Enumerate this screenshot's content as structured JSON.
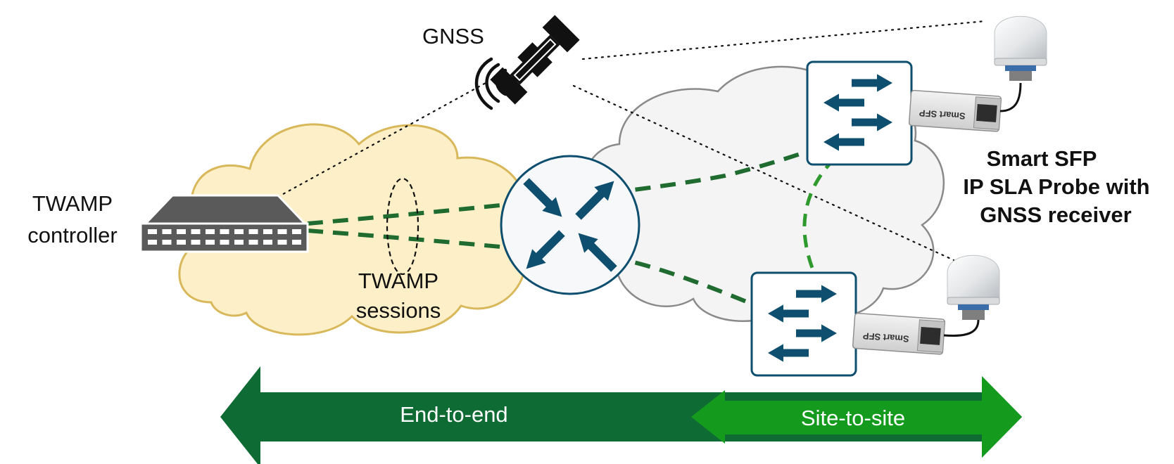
{
  "labels": {
    "gnss": "GNSS",
    "controller_line1": "TWAMP",
    "controller_line2": "controller",
    "sessions_line1": "TWAMP",
    "sessions_line2": "sessions",
    "probe_line1": "Smart SFP",
    "probe_line2": "IP SLA Probe with",
    "probe_line3": "GNSS receiver",
    "end_to_end": "End-to-end",
    "site_to_site": "Site-to-site",
    "sfp_top": "Smart SFP",
    "sfp_bottom": "Smart SFP"
  },
  "colors": {
    "dark_green": "#0f6b34",
    "bright_green": "#149a1d",
    "yellow_cloud": "#fdf0c8",
    "yellow_cloud_stroke": "#d8b85a",
    "grey_cloud": "#f4f4f4",
    "grey_cloud_stroke": "#8a8a8a",
    "router_blue": "#0e4e6e",
    "dashed_dark": "#1f6b30",
    "dashed_light": "#2e9a2e"
  },
  "icons": [
    "satellite-icon",
    "router-icon",
    "switch-icon",
    "controller-switch-icon",
    "gnss-antenna-icon",
    "smart-sfp-icon"
  ]
}
